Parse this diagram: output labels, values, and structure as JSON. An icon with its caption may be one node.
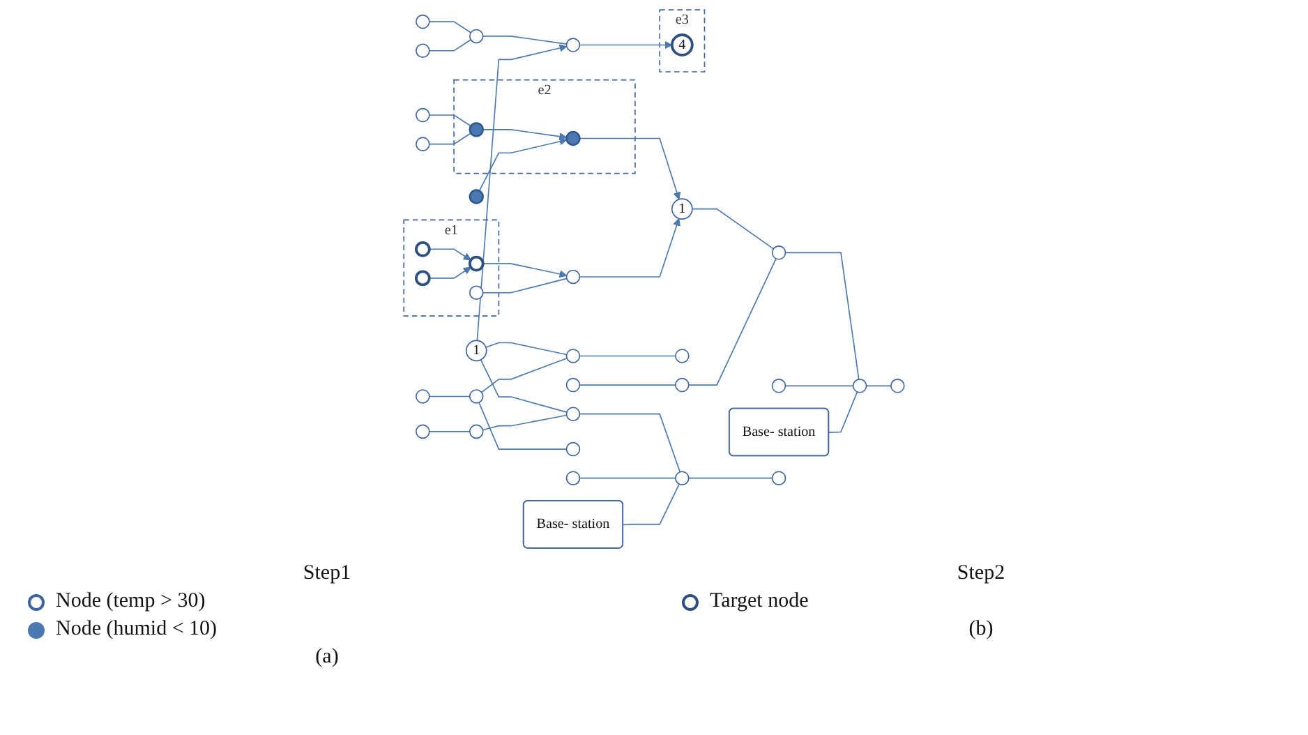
{
  "diagram": {
    "nodes": [
      {
        "text": [],
        "shape": "circle"
      },
      {
        "text": [
          "e2"
        ]
      },
      {
        "text": [],
        "shape": "circle",
        "in": 1
      },
      {
        "text": [],
        "shape": "circle"
      },
      {
        "text": [],
        "shape": "circle",
        "in": 1
      },
      {
        "text": [
          "1"
        ]
      },
      {
        "text": [
          "e1"
        ]
      },
      {
        "text": [],
        "shape": "circle"
      },
      {
        "text": [],
        "shape": "circle",
        "in": 6
      },
      {
        "text": [],
        "shape": "circle",
        "in": 6
      },
      {
        "text": [],
        "shape": "circle",
        "in": 6
      },
      {
        "text": [],
        "shape": "circle",
        "in": 6
      },
      {
        "text": [],
        "shape": "circle"
      },
      {
        "text": [],
        "shape": "circle"
      },
      {
        "text": [],
        "shape": "circle"
      },
      {
        "text": [],
        "shape": "circle"
      },
      {
        "text": [
          "Base- station"
        ]
      },
      {
        "text": [],
        "shape": "circle"
      },
      {
        "text": [],
        "shape": "circle"
      },
      {
        "text": [],
        "shape": "circle"
      },
      {
        "text": [],
        "shape": "circle"
      },
      {
        "text": [],
        "shape": "circle"
      },
      {
        "text": [],
        "shape": "circle"
      },
      {
        "text": [],
        "shape": "circle"
      },
      {
        "text": [
          "e3"
        ]
      },
      {
        "text": [
          "4"
        ],
        "in": 24
      },
      {
        "text": [
          "1"
        ]
      },
      {
        "text": [],
        "shape": "circle"
      },
      {
        "text": [],
        "shape": "circle"
      },
      {
        "text": [],
        "shape": "circle"
      },
      {
        "text": [
          "Base- station"
        ]
      },
      {
        "text": [],
        "shape": "circle"
      },
      {
        "text": [],
        "shape": "circle"
      },
      {
        "text": [],
        "shape": "circle"
      },
      {
        "text": [],
        "shape": "circle"
      },
      {
        "text": [],
        "shape": "circle"
      },
      {
        "text": [],
        "shape": "circle"
      },
      {
        "text": [],
        "shape": "circle"
      },
      {
        "text": [],
        "shape": "circle"
      }
    ],
    "edges": [
      {
        "from": 0,
        "to": 2,
        "arrow": "none"
      },
      {
        "from": 3,
        "to": 2,
        "arrow": "none"
      },
      {
        "from": 2,
        "to": 4,
        "arrow": "to"
      },
      {
        "from": 7,
        "to": 4,
        "arrow": "to"
      },
      {
        "from": 4,
        "to": 5,
        "arrow": "to"
      },
      {
        "from": 8,
        "to": 9,
        "arrow": "to"
      },
      {
        "from": 10,
        "to": 9,
        "arrow": "to"
      },
      {
        "from": 9,
        "to": 12,
        "arrow": "to"
      },
      {
        "from": 11,
        "to": 12,
        "arrow": "none"
      },
      {
        "from": 12,
        "to": 5,
        "arrow": "to"
      },
      {
        "from": 5,
        "to": 15,
        "arrow": "none"
      },
      {
        "from": 13,
        "to": 14,
        "arrow": "none"
      },
      {
        "from": 14,
        "to": 15,
        "arrow": "none"
      },
      {
        "from": 15,
        "to": 18,
        "arrow": "none"
      },
      {
        "from": 17,
        "to": 18,
        "arrow": "none"
      },
      {
        "from": 16,
        "to": 18,
        "arrow": "none"
      },
      {
        "from": 18,
        "to": 19,
        "arrow": "none"
      },
      {
        "from": 20,
        "to": 22,
        "arrow": "none"
      },
      {
        "from": 21,
        "to": 22,
        "arrow": "none"
      },
      {
        "from": 22,
        "to": 23,
        "arrow": "none"
      },
      {
        "from": 26,
        "to": 23,
        "arrow": "to"
      },
      {
        "from": 23,
        "to": 25,
        "arrow": "to"
      },
      {
        "from": 26,
        "to": 29,
        "arrow": "none"
      },
      {
        "from": 26,
        "to": 33,
        "arrow": "none"
      },
      {
        "from": 31,
        "to": 32,
        "arrow": "none"
      },
      {
        "from": 32,
        "to": 33,
        "arrow": "none"
      },
      {
        "from": 32,
        "to": 36,
        "arrow": "none"
      },
      {
        "from": 33,
        "to": 37,
        "arrow": "none"
      },
      {
        "from": 27,
        "to": 28,
        "arrow": "none"
      },
      {
        "from": 28,
        "to": 29,
        "arrow": "none"
      },
      {
        "from": 29,
        "to": 35,
        "arrow": "none"
      },
      {
        "from": 34,
        "to": 35,
        "arrow": "none"
      },
      {
        "from": 30,
        "to": 35,
        "arrow": "none"
      },
      {
        "from": 35,
        "to": 38,
        "arrow": "none"
      }
    ],
    "labels": [
      "Step1",
      "Step2",
      "(a)",
      "(b)"
    ],
    "legend": [
      {
        "text": "Node (temp > 30)"
      },
      {
        "text": "Node (humid < 10)",
        "color": "#4a78b0"
      },
      {
        "text": "Target node"
      }
    ]
  }
}
